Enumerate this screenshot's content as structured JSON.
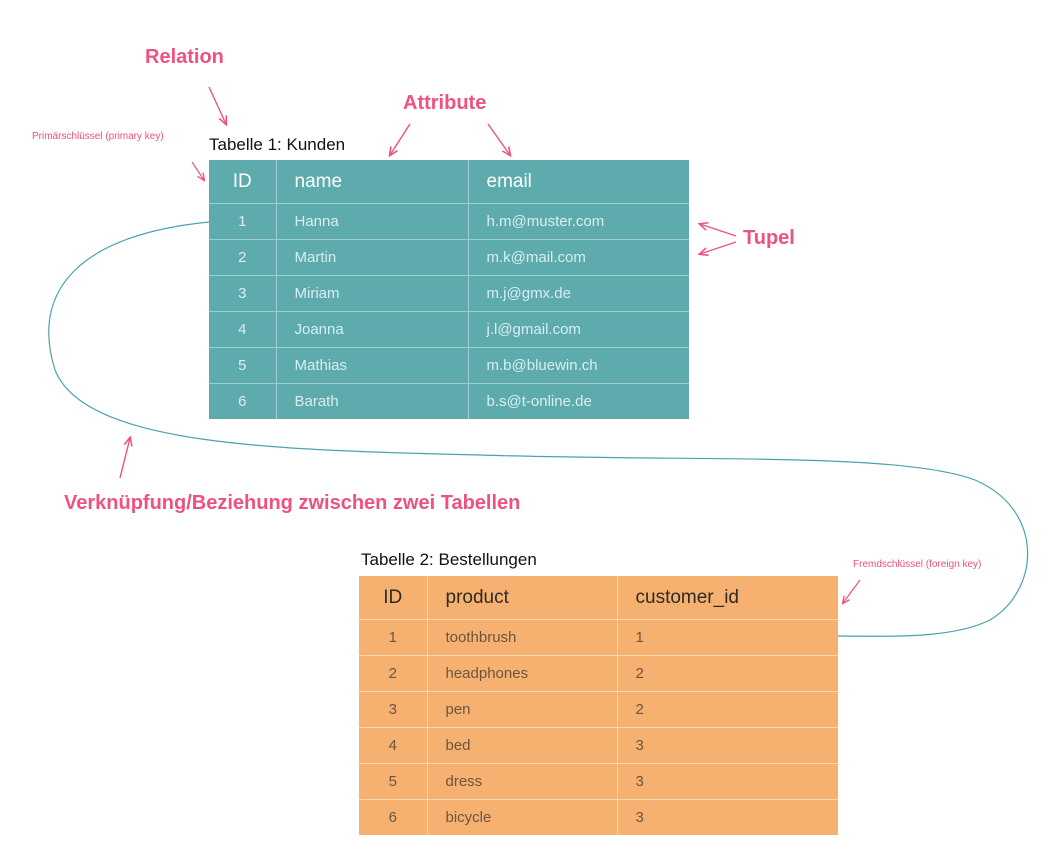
{
  "annotations": {
    "relation": "Relation",
    "attribute": "Attribute",
    "primary_key": "Primärschlüssel (primary key)",
    "tupel": "Tupel",
    "relationship": "Verknüpfung/Beziehung zwischen zwei Tabellen",
    "foreign_key": "Fremdschlüssel (foreign key)"
  },
  "colors": {
    "annotation": "#f0527f",
    "table1_bg": "#5eabae",
    "table2_bg": "#f6b06f",
    "link_line": "#4aa3a8"
  },
  "table1": {
    "caption": "Tabelle 1: Kunden",
    "columns": [
      "ID",
      "name",
      "email"
    ],
    "rows": [
      [
        "1",
        "Hanna",
        "h.m@muster.com"
      ],
      [
        "2",
        "Martin",
        "m.k@mail.com"
      ],
      [
        "3",
        "Miriam",
        "m.j@gmx.de"
      ],
      [
        "4",
        "Joanna",
        "j.l@gmail.com"
      ],
      [
        "5",
        "Mathias",
        "m.b@bluewin.ch"
      ],
      [
        "6",
        "Barath",
        "b.s@t-online.de"
      ]
    ]
  },
  "table2": {
    "caption": "Tabelle 2: Bestellungen",
    "columns": [
      "ID",
      "product",
      "customer_id"
    ],
    "rows": [
      [
        "1",
        "toothbrush",
        "1"
      ],
      [
        "2",
        "headphones",
        "2"
      ],
      [
        "3",
        "pen",
        "2"
      ],
      [
        "4",
        "bed",
        "3"
      ],
      [
        "5",
        "dress",
        "3"
      ],
      [
        "6",
        "bicycle",
        "3"
      ]
    ]
  }
}
